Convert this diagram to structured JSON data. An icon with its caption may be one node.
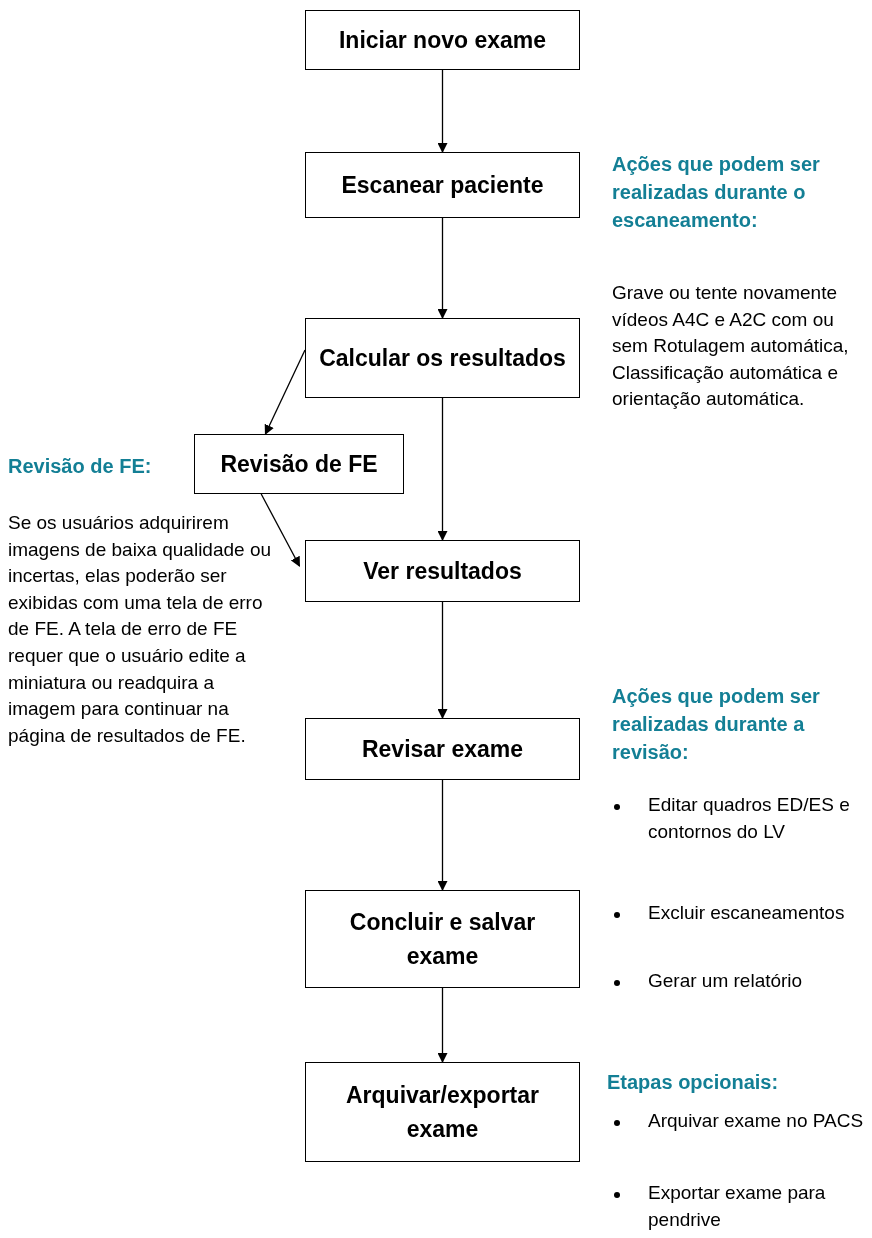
{
  "diagram": {
    "nodes": [
      {
        "text": [
          "Iniciar novo exame"
        ]
      },
      {
        "text": [
          "Escanear paciente"
        ]
      },
      {
        "text": [
          "Calcular os resultados"
        ]
      },
      {
        "text": [
          "Revisão de FE"
        ]
      },
      {
        "text": [
          "Ver resultados"
        ]
      },
      {
        "text": [
          "Revisar exame"
        ]
      },
      {
        "text": [
          "Concluir e salvar exame"
        ]
      },
      {
        "text": [
          "Arquivar/exportar exame"
        ]
      }
    ],
    "edges": [
      {
        "from": 0,
        "to": 1,
        "arrow": "to"
      },
      {
        "from": 1,
        "to": 2,
        "arrow": "to"
      },
      {
        "from": 2,
        "to": 3,
        "arrow": "to"
      },
      {
        "from": 2,
        "to": 4,
        "arrow": "to"
      },
      {
        "from": 3,
        "to": 4,
        "arrow": "to"
      },
      {
        "from": 4,
        "to": 5,
        "arrow": "to"
      },
      {
        "from": 5,
        "to": 6,
        "arrow": "to"
      },
      {
        "from": 6,
        "to": 7,
        "arrow": "to"
      }
    ],
    "labels": [
      "Ações que podem ser realizadas durante o escaneamento:",
      "Grave ou tente novamente vídeos A4C e A2C com ou sem Rotulagem automática, Classificação automática e orientação automática.",
      "Revisão de FE:",
      "Se os usuários adquirirem imagens de baixa qualidade ou incertas, elas poderão ser exibidas com uma tela de erro de FE. A tela de erro de FE requer que o usuário edite a miniatura ou readquira a imagem para continuar na página de resultados de FE.",
      "Ações que podem ser realizadas durante a revisão:",
      "Editar quadros ED/ES e contornos do LV",
      "Excluir escaneamentos",
      "Gerar um relatório",
      "Etapas opcionais:",
      "Arquivar exame no PACS",
      "Exportar exame para pendrive"
    ]
  }
}
